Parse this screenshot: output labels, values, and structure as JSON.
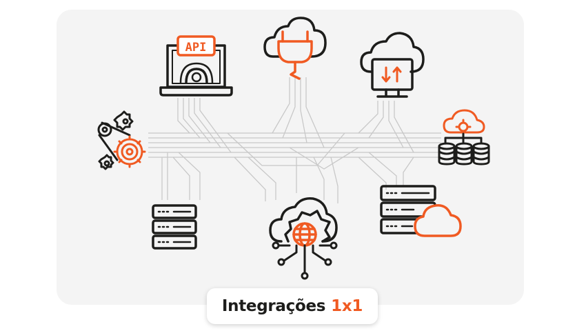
{
  "caption": {
    "text": "Integrações",
    "accent": "1x1"
  },
  "api_label": "API",
  "colors": {
    "accent": "#f05a22",
    "stroke": "#1d1d1b",
    "lines": "#c8c8c8",
    "card": "#f4f4f4"
  },
  "icons": [
    "laptop-api-gear-icon",
    "cloud-plug-icon",
    "cloud-monitor-sync-icon",
    "gears-belt-icon",
    "cloud-database-icon",
    "server-rack-icon",
    "cloud-gear-globe-network-icon",
    "server-cloud-icon"
  ]
}
